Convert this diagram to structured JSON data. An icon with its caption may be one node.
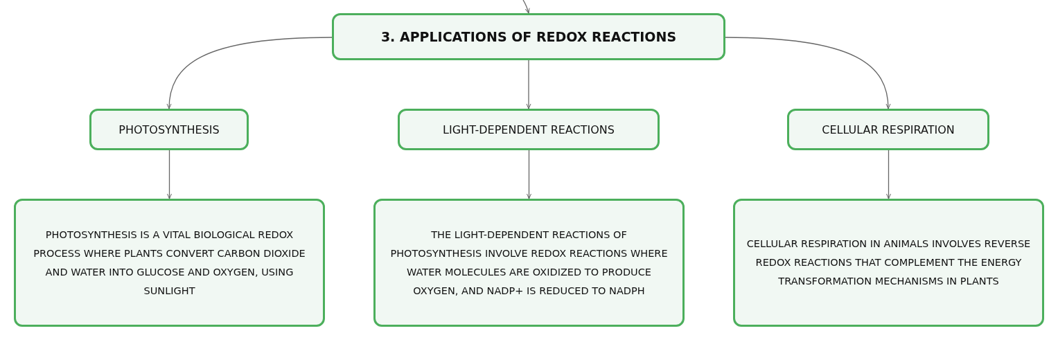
{
  "diagram": {
    "nodes": [
      {
        "text": [
          "3. APPLICATIONS OF REDOX REACTIONS"
        ]
      },
      {
        "text": [
          "PHOTOSYNTHESIS"
        ]
      },
      {
        "text": [
          "LIGHT-DEPENDENT REACTIONS"
        ]
      },
      {
        "text": [
          "CELLULAR RESPIRATION"
        ]
      },
      {
        "text": [
          "PHOTOSYNTHESIS IS A VITAL BIOLOGICAL REDOX PROCESS WHERE PLANTS CONVERT CARBON DIOXIDE AND WATER INTO GLUCOSE AND OXYGEN, USING SUNLIGHT"
        ]
      },
      {
        "text": [
          "THE LIGHT-DEPENDENT REACTIONS OF PHOTOSYNTHESIS INVOLVE REDOX REACTIONS WHERE WATER MOLECULES ARE OXIDIZED TO PRODUCE OXYGEN, AND NADP+ IS REDUCED TO NADPH"
        ]
      },
      {
        "text": [
          "CELLULAR RESPIRATION IN ANIMALS INVOLVES REVERSE REDOX REACTIONS THAT COMPLEMENT THE ENERGY TRANSFORMATION MECHANISMS IN PLANTS"
        ]
      }
    ],
    "edges": [
      {
        "from": null,
        "to": 0,
        "arrow": "to"
      },
      {
        "from": 0,
        "to": 1,
        "arrow": "to"
      },
      {
        "from": 0,
        "to": 2,
        "arrow": "to"
      },
      {
        "from": 0,
        "to": 3,
        "arrow": "to"
      },
      {
        "from": 1,
        "to": 4,
        "arrow": "to"
      },
      {
        "from": 2,
        "to": 5,
        "arrow": "to"
      },
      {
        "from": 3,
        "to": 6,
        "arrow": "to"
      }
    ]
  }
}
